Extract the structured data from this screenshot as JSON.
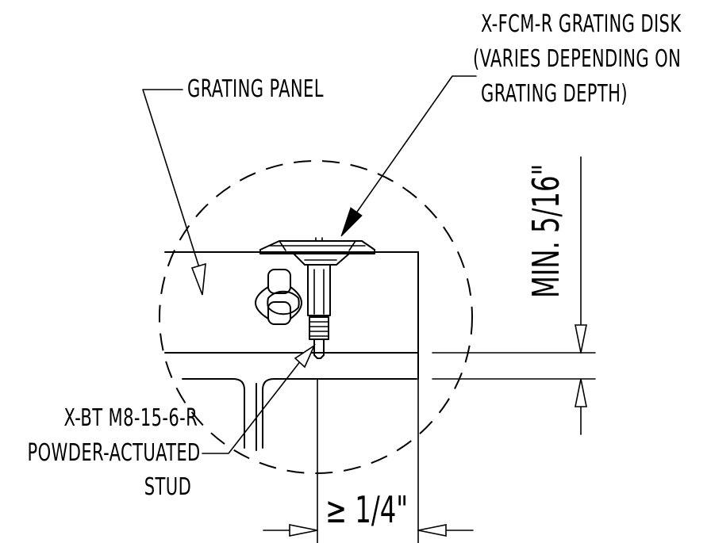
{
  "labels": {
    "disk_line1": "X-FCM-R GRATING DISK",
    "disk_line2": "(VARIES DEPENDING ON",
    "disk_line3": "GRATING DEPTH)",
    "panel": "GRATING PANEL",
    "stud_line1": "X-BT M8-15-6-R",
    "stud_line2": "POWDER-ACTUATED",
    "stud_line3": "STUD",
    "dim_min": "MIN. 5/16\"",
    "dim_edge": "≥ 1/4\""
  }
}
